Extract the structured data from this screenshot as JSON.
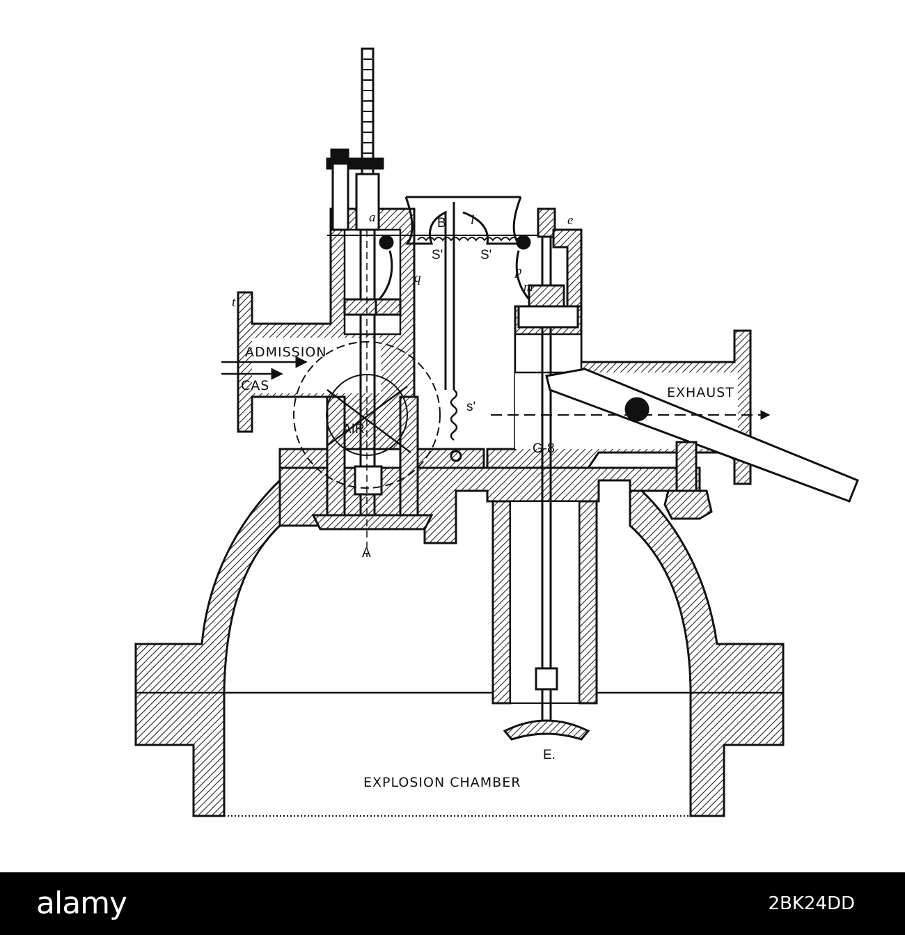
{
  "diagram": {
    "labels": {
      "admission": "ADMISSION",
      "gas": "CAS",
      "air": "AIR",
      "exhaust": "EXHAUST",
      "explosion_chamber": "EXPLOSION CHAMBER",
      "a_lower": "A",
      "e_lower": "E.",
      "a_small": "a",
      "b_small": "B",
      "l_small": "l",
      "s_left": "S'",
      "s_right": "S'",
      "s_spring": "s'",
      "q_small": "q",
      "p_small": "p",
      "m_small": "m",
      "e_small": "e",
      "g_small": "G-8",
      "t_small": "t"
    }
  },
  "footer": {
    "brand": "alamy",
    "image_code": "2BK24DD"
  }
}
